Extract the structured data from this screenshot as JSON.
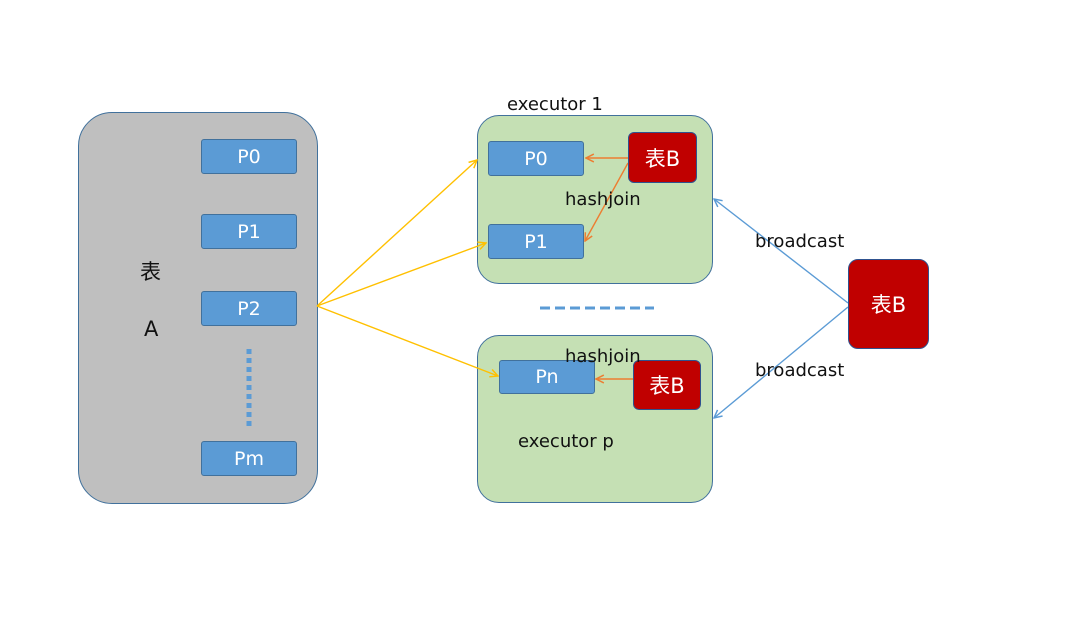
{
  "table_a": {
    "title_line1": "表",
    "title_line2": "A",
    "partitions": [
      "P0",
      "P1",
      "P2",
      "Pm"
    ]
  },
  "executor_1": {
    "title": "executor  1",
    "partitions": [
      "P0",
      "P1"
    ],
    "table_b": "表B",
    "join_label": "hashjoin"
  },
  "executor_p": {
    "title": "executor  p",
    "partition": "Pn",
    "table_b": "表B",
    "join_label": "hashjoin"
  },
  "table_b": "表B",
  "broadcast_labels": [
    "broadcast",
    "broadcast"
  ],
  "colors": {
    "table_a_fill": "#bfbfbf",
    "executor_fill": "#c5e0b4",
    "partition_fill": "#5b9bd5",
    "table_b_fill": "#c00000",
    "distribute_arrow": "#ffc000",
    "hashjoin_arrow": "#ed7d31",
    "broadcast_arrow": "#5b9bd5"
  }
}
